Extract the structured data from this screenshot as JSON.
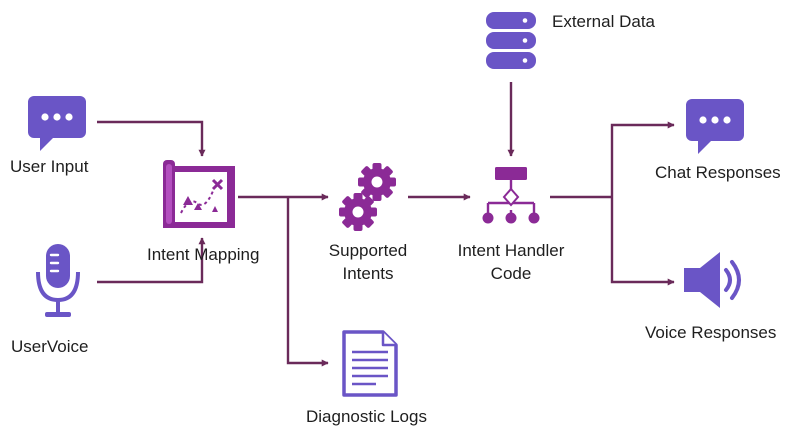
{
  "colors": {
    "connector": "#6a2a5a",
    "icon_purple": "#6a55c6",
    "icon_magenta": "#8b2a96",
    "text": "#1e1e1e"
  },
  "nodes": {
    "user_input": {
      "label": "User Input",
      "icon": "chat-bubble-icon"
    },
    "user_voice": {
      "label": "UserVoice",
      "icon": "microphone-icon"
    },
    "intent_mapping": {
      "label": "Intent Mapping",
      "icon": "treasure-map-icon"
    },
    "supported_intents": {
      "label_line1": "Supported",
      "label_line2": "Intents",
      "icon": "gears-icon"
    },
    "intent_handler_code": {
      "label_line1": "Intent Handler",
      "label_line2": "Code",
      "icon": "hierarchy-icon"
    },
    "external_data": {
      "label": "External Data",
      "icon": "database-icon"
    },
    "diagnostic_logs": {
      "label": "Diagnostic Logs",
      "icon": "document-icon"
    },
    "chat_responses": {
      "label": "Chat Responses",
      "icon": "chat-bubble-icon"
    },
    "voice_responses": {
      "label": "Voice Responses",
      "icon": "speaker-icon"
    }
  }
}
